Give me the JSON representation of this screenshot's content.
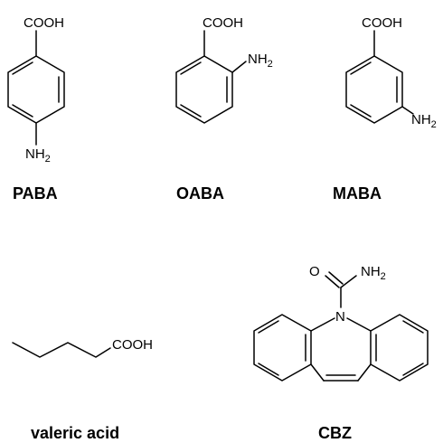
{
  "molecules": [
    {
      "name": "PABA",
      "acid": "COOH",
      "amine": "NH",
      "amine_sub": "2"
    },
    {
      "name": "OABA",
      "acid": "COOH",
      "amine": "NH",
      "amine_sub": "2"
    },
    {
      "name": "MABA",
      "acid": "COOH",
      "amine": "NH",
      "amine_sub": "2"
    },
    {
      "name": "valeric acid",
      "acid": "COOH"
    },
    {
      "name": "CBZ",
      "oxygen": "O",
      "amine": "NH",
      "amine_sub": "2",
      "nitrogen": "N"
    }
  ]
}
